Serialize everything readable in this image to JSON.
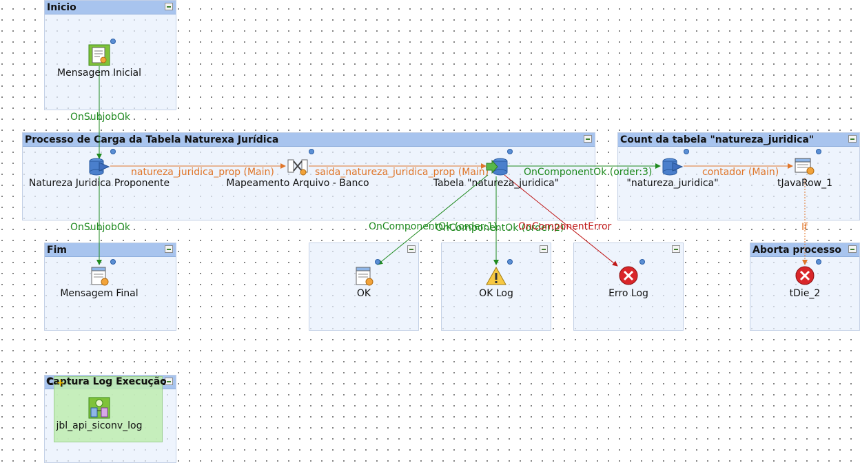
{
  "subjobs": {
    "inicio": {
      "title": "Inicio"
    },
    "processo": {
      "title": "Processo de Carga da Tabela Naturexa Jurídica"
    },
    "count": {
      "title": "Count da tabela \"natureza_juridica\""
    },
    "fim": {
      "title": "Fim"
    },
    "ok_box": {
      "title": ""
    },
    "oklog_box": {
      "title": ""
    },
    "errolog_box": {
      "title": ""
    },
    "aborta": {
      "title": "Aborta processo"
    },
    "captura": {
      "title": "Captura Log Execução"
    }
  },
  "components": {
    "mensagem_inicial": {
      "label": "Mensagem Inicial",
      "icon": "tmsgbox-icon"
    },
    "natureza_proponente": {
      "label": "Natureza Juridica Proponente",
      "icon": "db-input-icon"
    },
    "mapeamento": {
      "label": "Mapeamento Arquivo - Banco",
      "icon": "tmap-icon"
    },
    "tabela": {
      "label": "Tabela \"natureza_juridica\"",
      "icon": "db-output-icon"
    },
    "natureza_count": {
      "label": "\"natureza_juridica\"",
      "icon": "db-input-icon"
    },
    "tjavarow": {
      "label": "tJavaRow_1",
      "icon": "tjavarow-icon"
    },
    "mensagem_final": {
      "label": "Mensagem Final",
      "icon": "tmsgbox-icon"
    },
    "ok": {
      "label": "OK",
      "icon": "tmsgbox-icon"
    },
    "ok_log": {
      "label": "OK Log",
      "icon": "warning-icon"
    },
    "erro_log": {
      "label": "Erro Log",
      "icon": "error-icon"
    },
    "tdie": {
      "label": "tDie_2",
      "icon": "error-icon"
    },
    "jbl": {
      "label": "jbl_api_siconv_log",
      "icon": "tlogcatcher-icon"
    }
  },
  "links": {
    "onsubjob1": "OnSubjobOk",
    "onsubjob2": "OnSubjobOk",
    "main1": "natureza_juridica_prop (Main)",
    "main2": "saida_natureza_juridica_prop (Main)",
    "oncompok3": "OnComponentOk (order:3)",
    "contador": "contador (Main)",
    "oncompok1": "OnComponentOk (order:1)",
    "oncompok2": "OnComponentOk (order:2)",
    "oncomperror": "OnComponentError",
    "if_link": "If"
  },
  "colors": {
    "subjob_header": "#a8c4ee",
    "main_link": "#e0762a",
    "trigger_link": "#1f8a1f",
    "error_link": "#c01818",
    "captura_bg": "#c8ecc0"
  }
}
